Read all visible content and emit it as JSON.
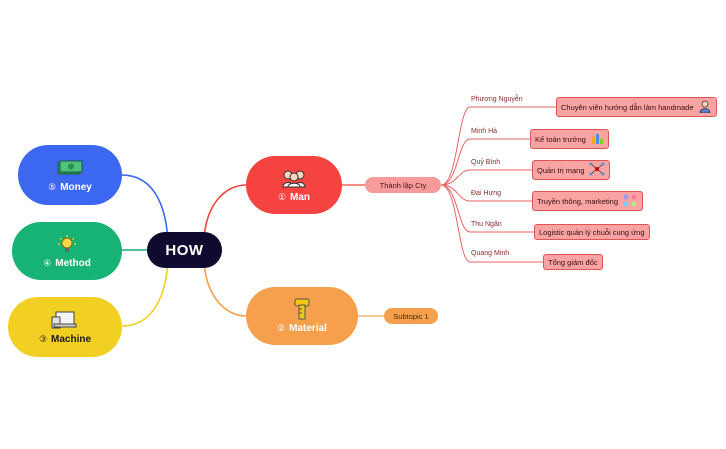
{
  "central": {
    "title": "HOW"
  },
  "branches": {
    "money": {
      "num": "⑤",
      "label": "Money",
      "icon": "money-icon"
    },
    "method": {
      "num": "④",
      "label": "Method",
      "icon": "lightbulb-icon"
    },
    "machine": {
      "num": "③",
      "label": "Machine",
      "icon": "devices-icon"
    },
    "man": {
      "num": "①",
      "label": "Man",
      "icon": "people-icon"
    },
    "material": {
      "num": "②",
      "label": "Material",
      "icon": "tape-measure-icon"
    }
  },
  "subtopics": {
    "cty": "Thành lập Cty",
    "sub1": "Subtopic 1"
  },
  "people": [
    {
      "name": "Phương Nguyễn",
      "role": "Chuyên viên hướng dẫn làm handmade"
    },
    {
      "name": "Minh Hà",
      "role": "Kế toán trưởng"
    },
    {
      "name": "Quý Bình",
      "role": "Quản trị mạng"
    },
    {
      "name": "Đại Hưng",
      "role": "Truyền thông, marketing"
    },
    {
      "name": "Thu Ngân",
      "role": "Logistic quản lý chuỗi cung ứng"
    },
    {
      "name": "Quang Minh",
      "role": "Tổng giám đốc"
    }
  ],
  "colors": {
    "central": "#0e0b2e",
    "money": "#3c67f0",
    "method": "#16b374",
    "machine": "#f2d023",
    "man": "#f5433f",
    "material": "#f6a04e",
    "leaf_box": "#f9a3a3"
  }
}
